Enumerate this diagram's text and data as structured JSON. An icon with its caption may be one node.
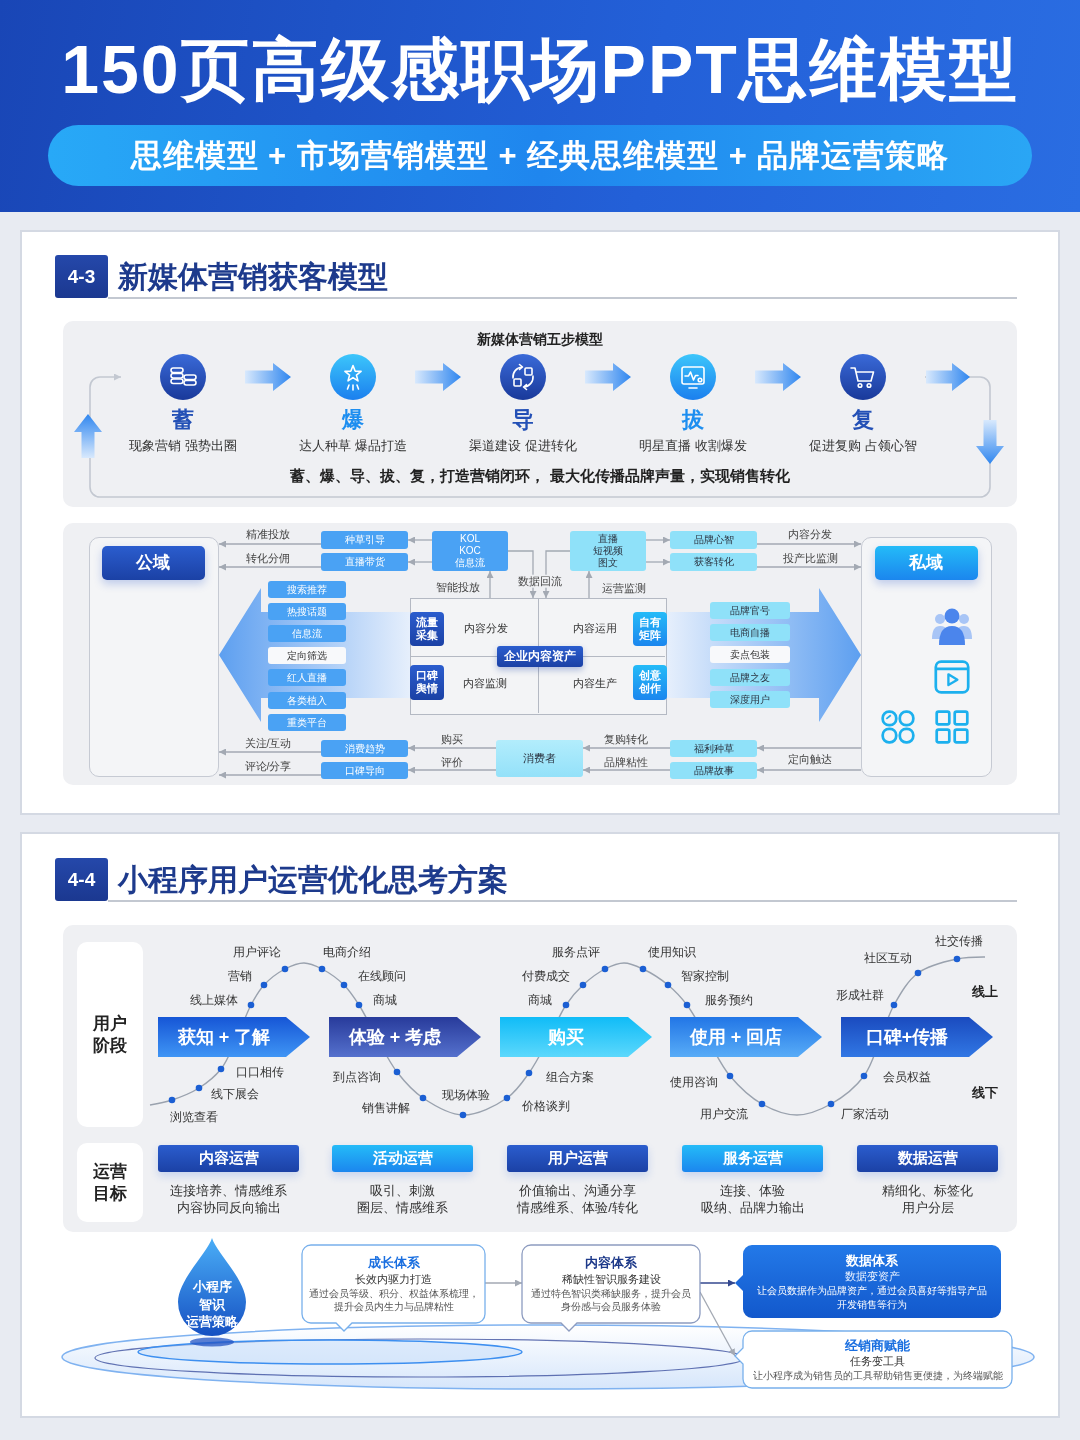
{
  "diagram": {
    "title": "150页高级感职场PPT思维模型",
    "nodes": [
      {
        "text": [
          "思维模型 + 市场营销模型 + 经典思维模型 + 品牌运营策略"
        ]
      },
      {
        "text": [
          "4-3"
        ],
        "beside": [
          "新媒体营销获客模型"
        ]
      },
      {
        "text": [
          "新媒体营销五步模型",
          "蓄、爆、导、拔、复，打造营销闭环， 最大化传播品牌声量，实现销售转化"
        ]
      },
      {
        "text": [
          "蓄",
          "现象营销 强势出圈"
        ],
        "in": 2
      },
      {
        "text": [
          "爆",
          "达人种草 爆品打造"
        ],
        "in": 2
      },
      {
        "text": [
          "导",
          "渠道建设 促进转化"
        ],
        "in": 2
      },
      {
        "text": [
          "拔",
          "明星直播 收割爆发"
        ],
        "in": 2
      },
      {
        "text": [
          "复",
          "促进复购 占领心智"
        ],
        "in": 2
      },
      {
        "text": [],
        "shape": "box"
      },
      {
        "text": [
          "公域"
        ],
        "in": 8
      },
      {
        "text": [
          "种草引导"
        ]
      },
      {
        "text": [
          "直播带货"
        ]
      },
      {
        "text": [
          "KOL KOC 信息流"
        ]
      },
      {
        "text": [
          "直播",
          "短视频",
          "图文"
        ]
      },
      {
        "text": [
          "品牌心智"
        ]
      },
      {
        "text": [
          "获客转化"
        ]
      },
      {
        "text": [],
        "shape": "box"
      },
      {
        "text": [
          "私域"
        ],
        "in": 16
      },
      {
        "text": [
          "搜索推荐"
        ]
      },
      {
        "text": [
          "热搜话题"
        ]
      },
      {
        "text": [
          "信息流"
        ]
      },
      {
        "text": [
          "定向筛选"
        ]
      },
      {
        "text": [
          "红人直播"
        ]
      },
      {
        "text": [
          "各类植入"
        ]
      },
      {
        "text": [
          "重类平台"
        ]
      },
      {
        "text": [
          "内容分发",
          "内容运用",
          "内容监测",
          "内容生产"
        ]
      },
      {
        "text": [
          "流量采集"
        ],
        "in": 25
      },
      {
        "text": [
          "自有矩阵"
        ],
        "in": 25
      },
      {
        "text": [
          "企业内容资产"
        ],
        "in": 25
      },
      {
        "text": [
          "口碑舆情"
        ],
        "in": 25
      },
      {
        "text": [
          "创意创作"
        ],
        "in": 25
      },
      {
        "text": [
          "品牌官号"
        ]
      },
      {
        "text": [
          "电商自播"
        ]
      },
      {
        "text": [
          "卖点包装"
        ]
      },
      {
        "text": [
          "品牌之友"
        ]
      },
      {
        "text": [
          "深度用户"
        ]
      },
      {
        "text": [
          "消费趋势"
        ]
      },
      {
        "text": [
          "口碑导向"
        ]
      },
      {
        "text": [
          "消费者"
        ]
      },
      {
        "text": [
          "福利种草"
        ]
      },
      {
        "text": [
          "品牌故事"
        ]
      },
      {
        "text": [
          "4-4"
        ],
        "beside": [
          "小程序用户运营优化思考方案"
        ]
      },
      {
        "text": [
          "用户阶段"
        ]
      },
      {
        "text": [
          "获知 + 了解"
        ]
      },
      {
        "text": [
          "体验 + 考虑"
        ]
      },
      {
        "text": [
          "购买"
        ]
      },
      {
        "text": [
          "使用 + 回店"
        ]
      },
      {
        "text": [
          "口碑+传播"
        ]
      },
      {
        "text": [
          "运营目标"
        ]
      },
      {
        "text": [
          "内容运营"
        ],
        "beside": [
          "连接培养、情感维系",
          "内容协同反向输出"
        ]
      },
      {
        "text": [
          "活动运营"
        ],
        "beside": [
          "吸引、刺激",
          "圈层、情感维系"
        ]
      },
      {
        "text": [
          "用户运营"
        ],
        "beside": [
          "价值输出、沟通分享",
          "情感维系、体验/转化"
        ]
      },
      {
        "text": [
          "服务运营"
        ],
        "beside": [
          "连接、体验",
          "吸纳、品牌力输出"
        ]
      },
      {
        "text": [
          "数据运营"
        ],
        "beside": [
          "精细化、标签化",
          "用户分层"
        ]
      },
      {
        "text": [
          "小程序",
          "智识",
          "运营策略"
        ]
      },
      {
        "text": [
          "成长体系",
          "长效内驱力打造",
          "通过会员等级、积分、权益体系梳理，提升会员内生力与品牌粘性"
        ]
      },
      {
        "text": [
          "内容体系",
          "稀缺性智识服务建设",
          "通过特色智识类稀缺服务，提升会员身份感与会员服务体验"
        ]
      },
      {
        "text": [
          "数据体系",
          "数据变资产",
          "让会员数据作为品牌资产，通过会员喜好等指导产品开发销售等行为"
        ]
      },
      {
        "text": [
          "经销商赋能",
          "任务变工具",
          "让小程序成为销售员的工具帮助销售更便捷，为终端赋能"
        ]
      }
    ],
    "edges": [
      {
        "from": 3,
        "to": 4,
        "arrow": "to",
        "style": "thick"
      },
      {
        "from": 4,
        "to": 5,
        "arrow": "to",
        "style": "thick"
      },
      {
        "from": 5,
        "to": 6,
        "arrow": "to",
        "style": "thick"
      },
      {
        "from": 6,
        "to": 7,
        "arrow": "to",
        "style": "thick"
      },
      {
        "from": 7,
        "to": 3,
        "arrow": "to"
      },
      {
        "from": 10,
        "to": 8,
        "arrow": "to",
        "label": "精准投放"
      },
      {
        "from": 11,
        "to": 8,
        "arrow": "to",
        "label": "转化分佣"
      },
      {
        "from": 12,
        "to": 10,
        "arrow": "to"
      },
      {
        "from": 12,
        "to": 11,
        "arrow": "to"
      },
      {
        "from": 25,
        "to": 12,
        "arrow": "to",
        "label": "智能投放"
      },
      {
        "from": 12,
        "to": 25,
        "arrow": "to",
        "label": "数据回流"
      },
      {
        "from": 13,
        "to": 25,
        "arrow": "to"
      },
      {
        "from": 25,
        "to": 13,
        "arrow": "to",
        "label": "运营监测"
      },
      {
        "from": 13,
        "to": 14,
        "arrow": "to"
      },
      {
        "from": 13,
        "to": 15,
        "arrow": "to"
      },
      {
        "from": 14,
        "to": 16,
        "arrow": "to",
        "label": "内容分发"
      },
      {
        "from": 15,
        "to": 16,
        "arrow": "to",
        "label": "投产比监测"
      },
      {
        "from": 25,
        "to": 8,
        "arrow": "to",
        "style": "thick"
      },
      {
        "from": 25,
        "to": 16,
        "arrow": "to",
        "style": "thick"
      },
      {
        "from": 38,
        "to": 36,
        "arrow": "to",
        "label": "购买"
      },
      {
        "from": 38,
        "to": 37,
        "arrow": "to",
        "label": "评价"
      },
      {
        "from": 36,
        "to": 8,
        "arrow": "to",
        "label": "关注/互动"
      },
      {
        "from": 37,
        "to": 8,
        "arrow": "to",
        "label": "评论/分享"
      },
      {
        "from": 16,
        "to": 39,
        "arrow": "to",
        "label": "定向触达"
      },
      {
        "from": 16,
        "to": 40,
        "arrow": "to"
      },
      {
        "from": 39,
        "to": 38,
        "arrow": "to",
        "label": "复购转化"
      },
      {
        "from": 40,
        "to": 38,
        "arrow": "to",
        "label": "品牌粘性"
      },
      {
        "from": 55,
        "to": 56,
        "arrow": "to"
      },
      {
        "from": 56,
        "to": 57,
        "arrow": "to",
        "color": "#34488f"
      },
      {
        "from": 56,
        "to": 58,
        "arrow": "to"
      }
    ],
    "labels": [
      "用户评论",
      "电商介绍",
      "服务点评",
      "使用知识",
      "社区互动",
      "社交传播",
      "营销",
      "在线顾问",
      "付费成交",
      "智家控制",
      "线上媒体",
      "商城",
      "商城",
      "服务预约",
      "形成社群",
      "线上",
      "口口相传",
      "到点咨询",
      "组合方案",
      "使用咨询",
      "会员权益",
      "线下展会",
      "现场体验",
      "线下",
      "浏览查看",
      "销售讲解",
      "价格谈判",
      "用户交流",
      "厂家活动"
    ]
  }
}
